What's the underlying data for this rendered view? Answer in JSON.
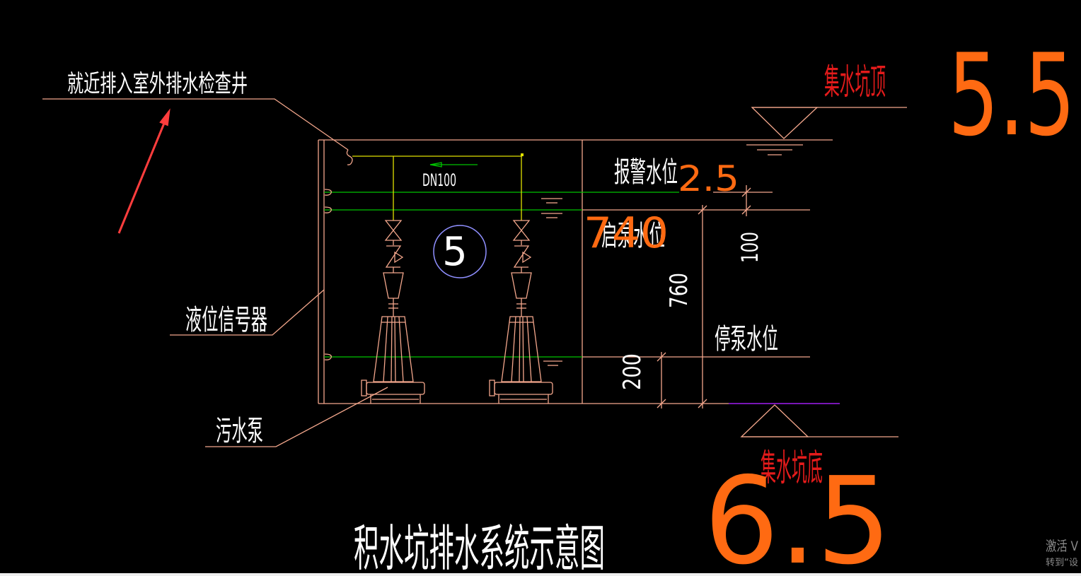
{
  "diagram": {
    "title": "积水坑排水系统示意图",
    "labels": {
      "outlet_note": "就近排入室外排水检查井",
      "pit_top": "集水坑顶",
      "pit_bottom": "集水坑底",
      "alarm_level": "报警水位",
      "start_pump_level": "启泵水位",
      "stop_pump_level": "停泵水位",
      "level_sensor": "液位信号器",
      "sewage_pump": "污水泵",
      "pipe_size": "DN100",
      "callout_number": "5"
    },
    "dimensions": {
      "alarm_to_start": "100",
      "start_to_bottom": "760",
      "stop_to_bottom": "200"
    },
    "handwritten_annotations": {
      "near_alarm_level": "2.5",
      "near_start_level": "740",
      "near_pit_top": "5.5",
      "near_pit_bottom": "6.5"
    },
    "colors": {
      "background": "#000000",
      "line": "#f4a78c",
      "text": "#ffffff",
      "pit_label": "#e31b1b",
      "level_line": "#00c400",
      "pipe": "#e0e000",
      "bottom_marker": "#a01ef0",
      "callout_circle": "#8f8fff",
      "annotation": "#ff6a12",
      "arrow": "#ff3d3d",
      "watermark": "#8a8a8a"
    }
  },
  "watermark": {
    "line1": "激活 V",
    "line2": "转到“设"
  }
}
